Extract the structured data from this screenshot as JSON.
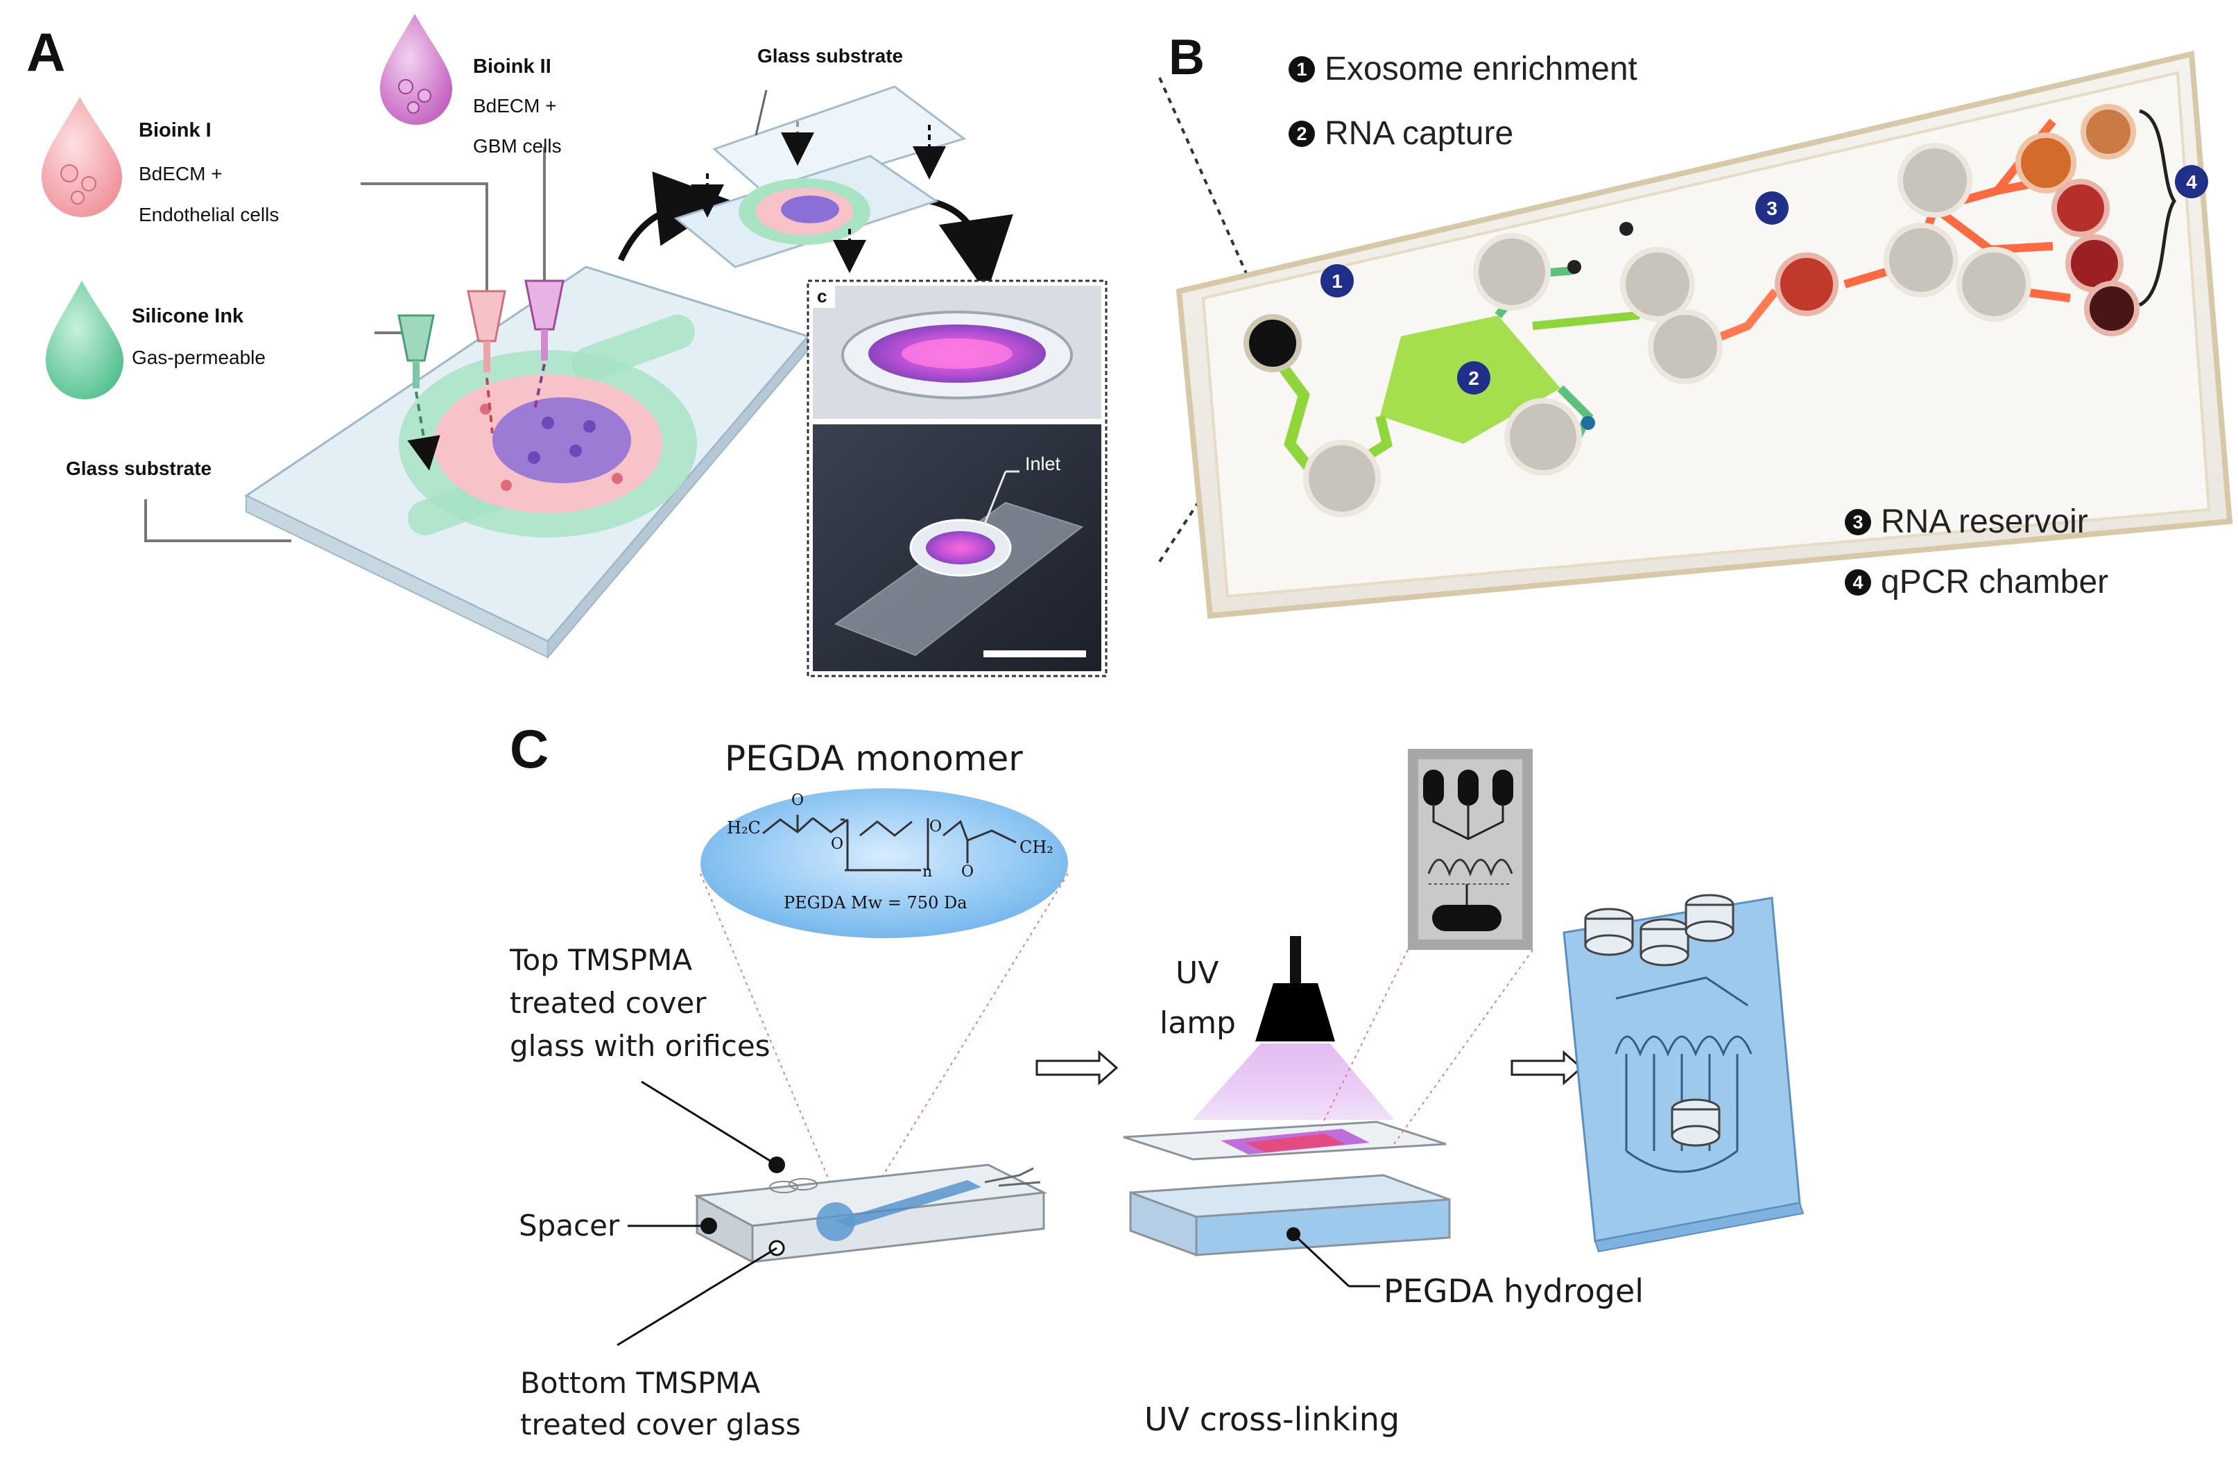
{
  "panel_a": {
    "letter": "A",
    "bioink1": {
      "title": "Bioink I",
      "line1": "BdECM +",
      "line2": "Endothelial cells"
    },
    "bioink2": {
      "title": "Bioink II",
      "line1": "BdECM +",
      "line2": "GBM cells"
    },
    "silicone": {
      "title": "Silicone Ink",
      "line1": "Gas-permeable"
    },
    "glass_bottom": "Glass substrate",
    "glass_top": "Glass substrate",
    "photo_tag": "c",
    "inlet": "Inlet"
  },
  "panel_b": {
    "letter": "B",
    "legend": [
      {
        "num": "1",
        "text": "Exosome enrichment"
      },
      {
        "num": "2",
        "text": "RNA capture"
      },
      {
        "num": "3",
        "text": "RNA reservoir"
      },
      {
        "num": "4",
        "text": "qPCR chamber"
      }
    ],
    "markers": [
      "1",
      "2",
      "3",
      "4"
    ]
  },
  "panel_c": {
    "letter": "C",
    "monomer_title": "PEGDA monomer",
    "formula_left": "H₂C",
    "formula_right": "CH₂",
    "formula_o": "O",
    "formula_n": "n",
    "formula_mw": "PEGDA Mw = 750 Da",
    "top_label": [
      "Top TMSPMA",
      "treated cover",
      "glass with orifices"
    ],
    "spacer": "Spacer",
    "bottom_label": [
      "Bottom TMSPMA",
      "treated cover glass"
    ],
    "uv_lamp": [
      "UV",
      "lamp"
    ],
    "hydrogel": "PEGDA hydrogel",
    "crosslinking": "UV cross-linking"
  },
  "colors": {
    "green_ink": "#5cc79a",
    "pink_ink": "#f2a0a8",
    "purple_ink": "#c45fbf",
    "channel_green": "#8fd63a",
    "channel_red": "#ff6a40",
    "marker_blue": "#1f2f8a",
    "hydrogel_blue": "#9cc9ec"
  }
}
